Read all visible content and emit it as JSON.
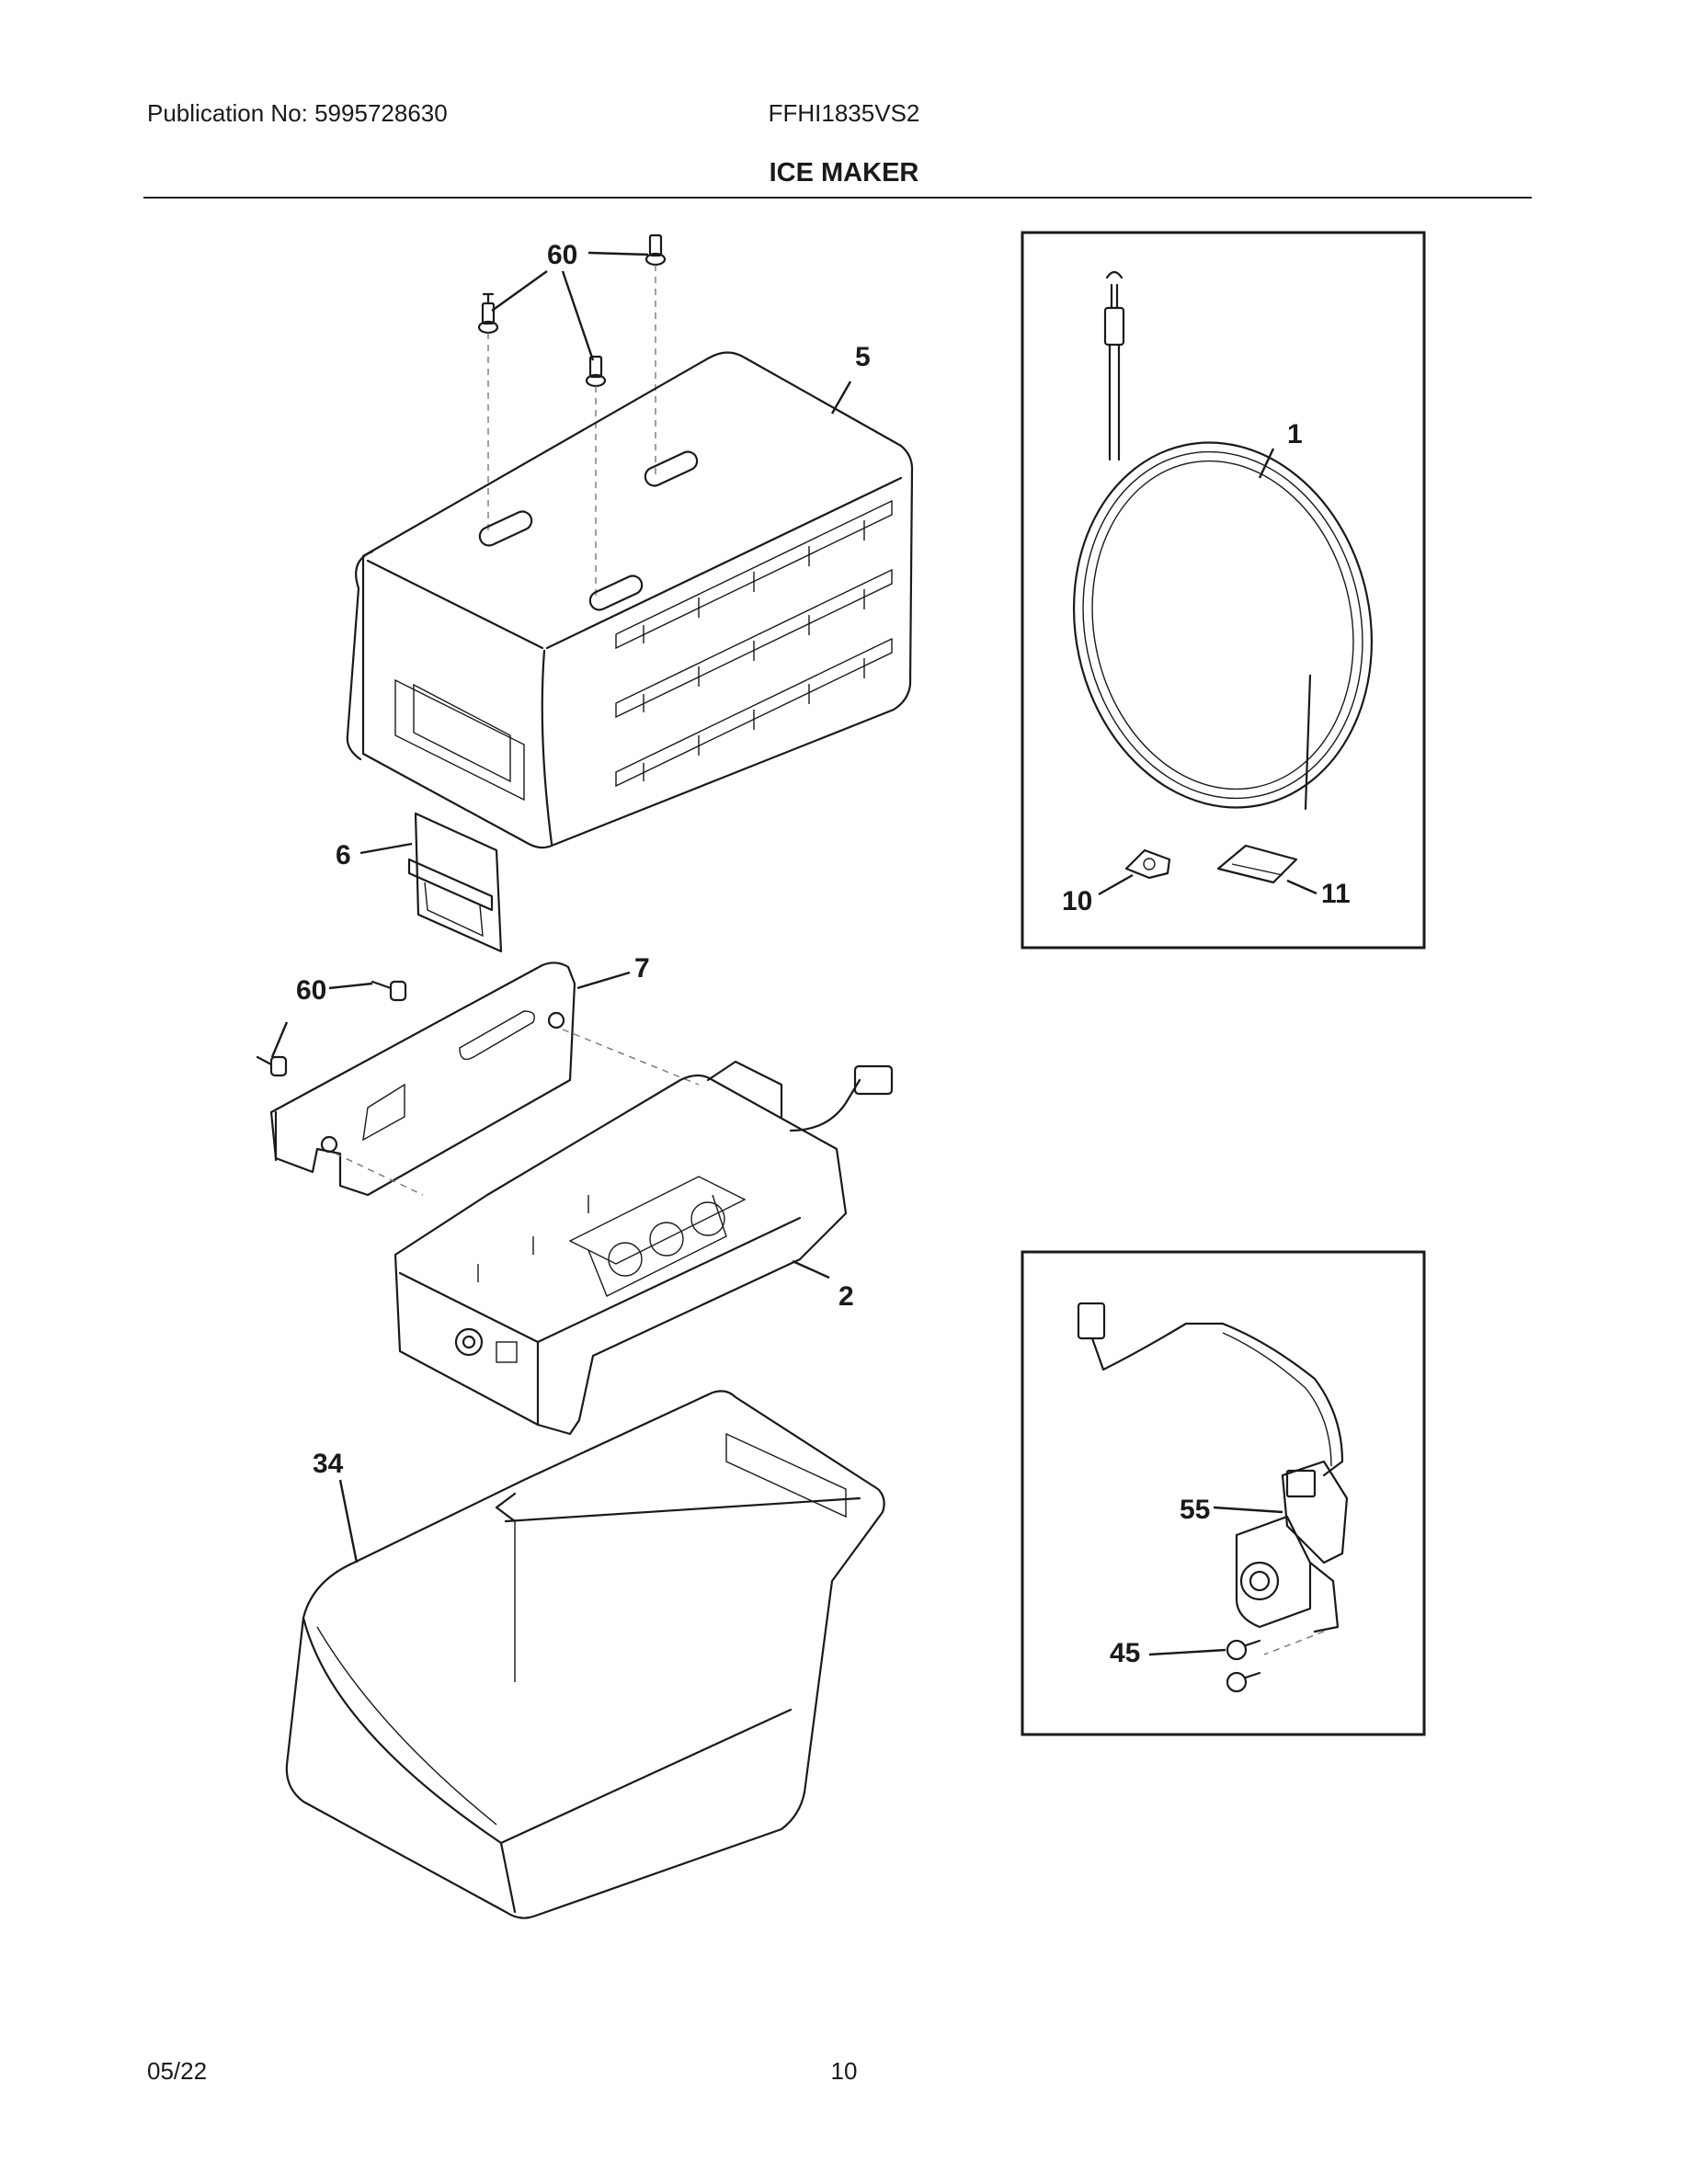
{
  "header": {
    "publication": "Publication No: 5995728630",
    "model": "FFHI1835VS2"
  },
  "title": "ICE MAKER",
  "footer": {
    "date": "05/22",
    "page": "10"
  },
  "callouts": {
    "c60a": "60",
    "c5": "5",
    "c1": "1",
    "c6": "6",
    "c10": "10",
    "c11": "11",
    "c60b": "60",
    "c7": "7",
    "c2": "2",
    "c55": "55",
    "c45": "45",
    "c34": "34"
  }
}
